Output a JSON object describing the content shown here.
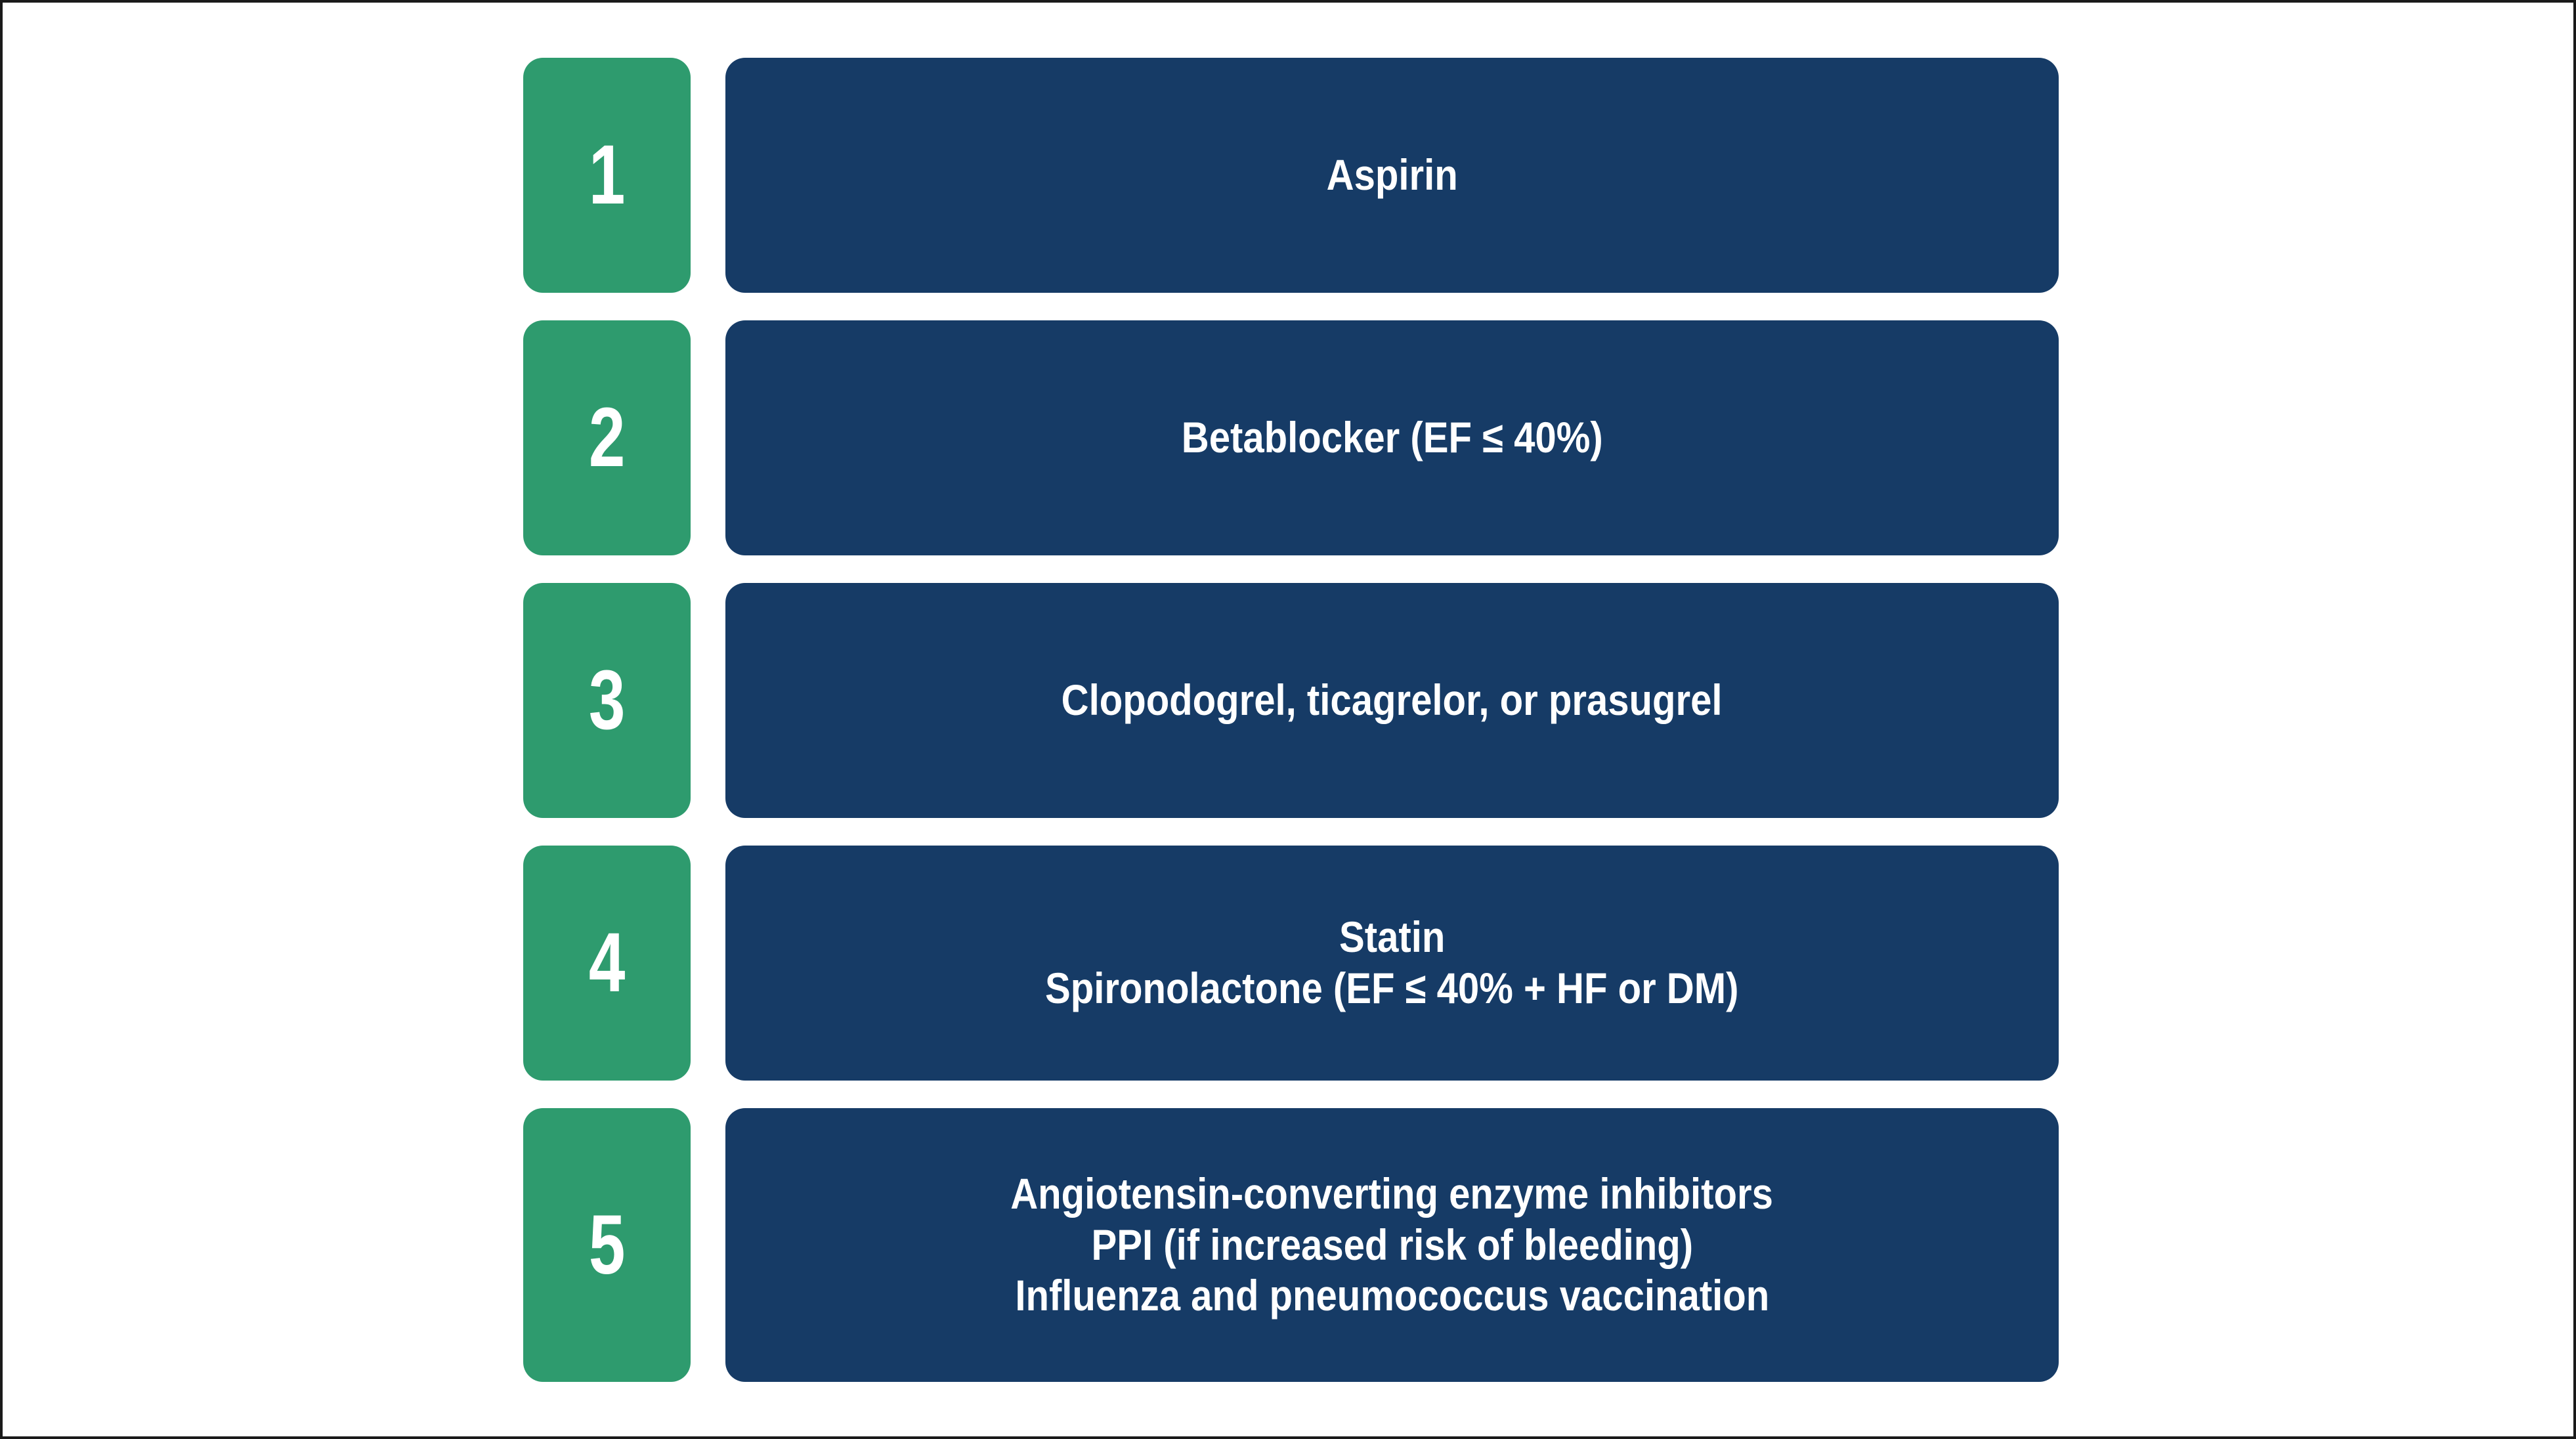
{
  "figure": {
    "type": "numbered-step-list",
    "background_color": "#FFFFFF",
    "border_color": "#1A1A1A",
    "number_badge_color": "#2E9B6E",
    "content_panel_color": "#163B66",
    "text_color": "#FFFFFF"
  },
  "steps": [
    {
      "number": "1",
      "lines": [
        "Aspirin"
      ]
    },
    {
      "number": "2",
      "lines": [
        "Betablocker (EF ≤ 40%)"
      ]
    },
    {
      "number": "3",
      "lines": [
        "Clopodogrel, ticagrelor, or prasugrel"
      ]
    },
    {
      "number": "4",
      "lines": [
        "Statin",
        "Spironolactone (EF ≤ 40% + HF or DM)"
      ]
    },
    {
      "number": "5",
      "lines": [
        "Angiotensin-converting enzyme inhibitors",
        "PPI (if increased risk of bleeding)",
        "Influenza and pneumococcus vaccination"
      ]
    }
  ]
}
